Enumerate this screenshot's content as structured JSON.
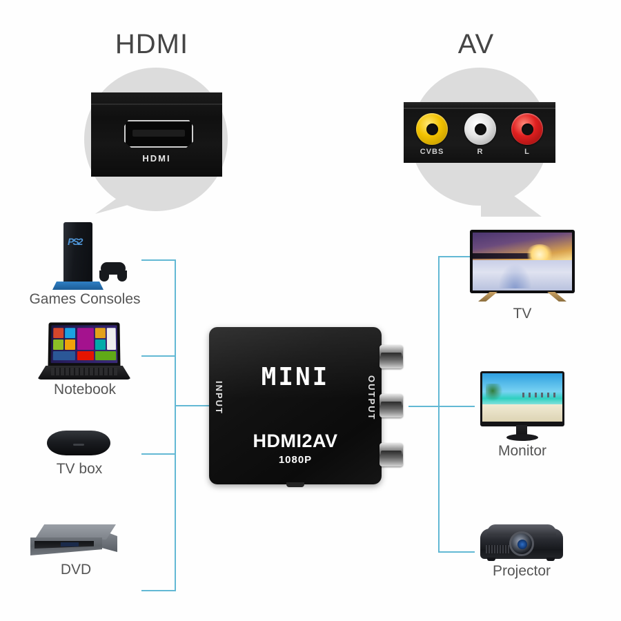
{
  "diagram": {
    "title_left": "HDMI",
    "title_right": "AV",
    "line_color": "#62b8d4",
    "label_color": "#555555"
  },
  "hdmi_callout": {
    "port_caption": "HDMI",
    "icon": "hdmi-port-icon"
  },
  "av_callout": {
    "jacks": [
      {
        "label": "CVBS",
        "color": "#f2c200",
        "name": "rca-jack-cvbs"
      },
      {
        "label": "R",
        "color": "#f2f2f2",
        "name": "rca-jack-right"
      },
      {
        "label": "L",
        "color": "#e02020",
        "name": "rca-jack-left"
      }
    ]
  },
  "converter": {
    "brand": "MINI",
    "model": "HDMI2AV",
    "resolution": "1080P",
    "input_label": "INPUT",
    "output_label": "OUTPUT",
    "body_color": "#101010"
  },
  "sources": [
    {
      "label": "Games Consoles",
      "icon": "game-console-icon"
    },
    {
      "label": "Notebook",
      "icon": "laptop-icon"
    },
    {
      "label": "TV box",
      "icon": "set-top-box-icon"
    },
    {
      "label": "DVD",
      "icon": "dvd-player-icon"
    }
  ],
  "outputs": [
    {
      "label": "TV",
      "icon": "television-icon"
    },
    {
      "label": "Monitor",
      "icon": "monitor-icon"
    },
    {
      "label": "Projector",
      "icon": "projector-icon"
    }
  ]
}
